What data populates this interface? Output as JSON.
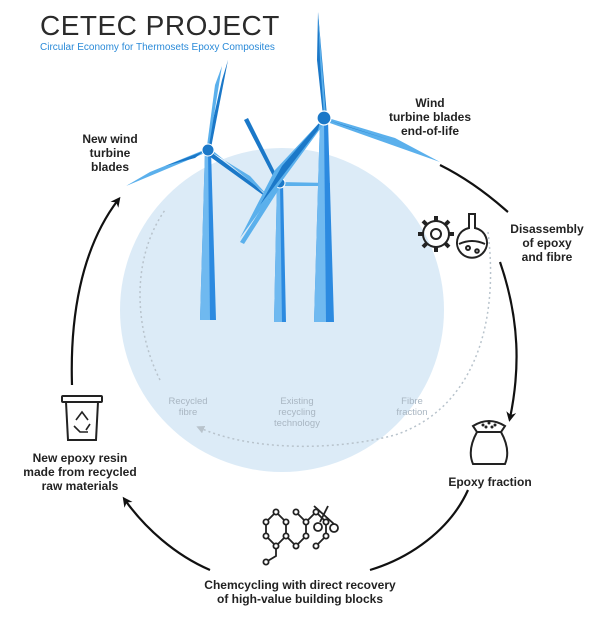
{
  "header": {
    "title": "CETEC PROJECT",
    "subtitle": "Circular Economy for Thermosets Epoxy Composites"
  },
  "cycle": {
    "new_blades": [
      "New wind",
      "turbine",
      "blades"
    ],
    "end_of_life": [
      "Wind",
      "turbine blades",
      "end-of-life"
    ],
    "disassembly": [
      "Disassembly",
      "of epoxy",
      "and fibre"
    ],
    "epoxy_fraction": "Epoxy fraction",
    "chemcycling": [
      "Chemcycling with direct recovery",
      "of high-value building blocks"
    ],
    "new_resin": [
      "New epoxy resin",
      "made from recycled",
      "raw materials"
    ]
  },
  "existing_loop": {
    "recycled_fibre": [
      "Recycled",
      "fibre"
    ],
    "existing_tech": [
      "Existing",
      "recycling",
      "technology"
    ],
    "fibre_fraction": [
      "Fibre",
      "fraction"
    ]
  },
  "colors": {
    "blade_light": "#5bb0ec",
    "blade_dark": "#1b78c8",
    "tower": "#2c8ae0",
    "circle_fill": "#dcebf7",
    "arrow": "#111111",
    "dotted": "#b8c3cc"
  },
  "icons": [
    "gear-icon",
    "flask-icon",
    "sack-icon",
    "molecule-chain-icon",
    "scissors-icon",
    "recycle-bucket-icon"
  ]
}
